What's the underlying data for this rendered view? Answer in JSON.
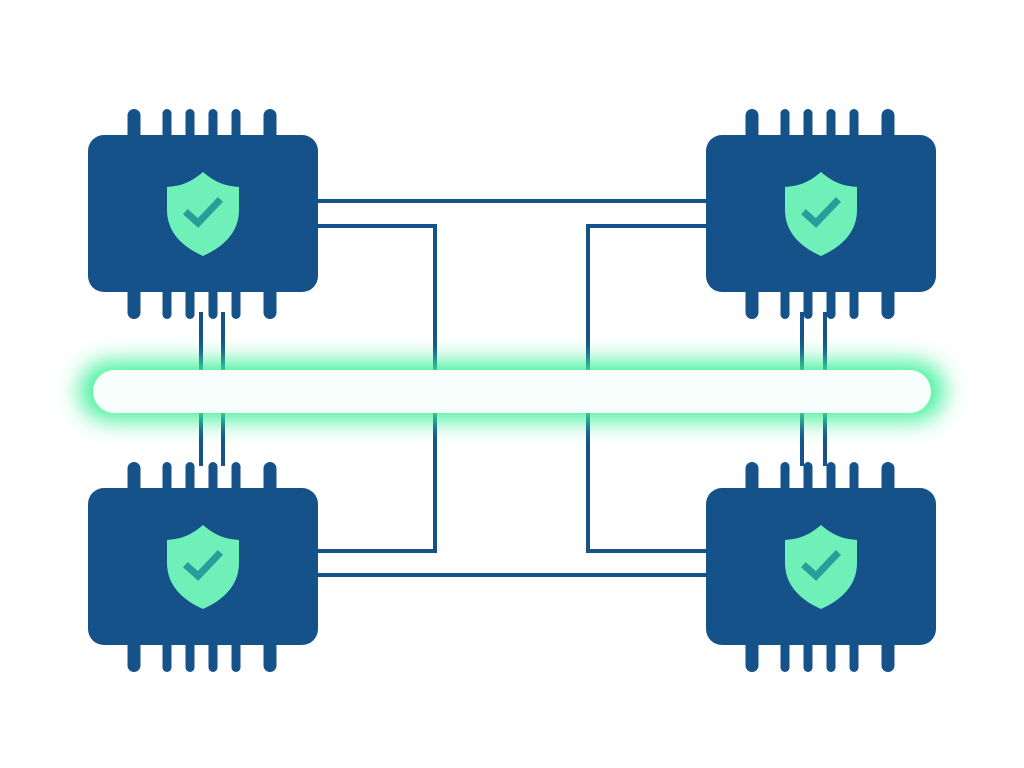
{
  "colors": {
    "background": "#ffffff",
    "chip": "#16528a",
    "trace": "#16528a",
    "shield": "#6ef0b8",
    "check": "#2a9d9a",
    "bus_glow": "#3ef09a",
    "bus_fill": "#f7fdfa"
  },
  "chips": [
    {
      "position": "top-left",
      "icon": "shield-check-icon"
    },
    {
      "position": "top-right",
      "icon": "shield-check-icon"
    },
    {
      "position": "bottom-left",
      "icon": "shield-check-icon"
    },
    {
      "position": "bottom-right",
      "icon": "shield-check-icon"
    }
  ]
}
